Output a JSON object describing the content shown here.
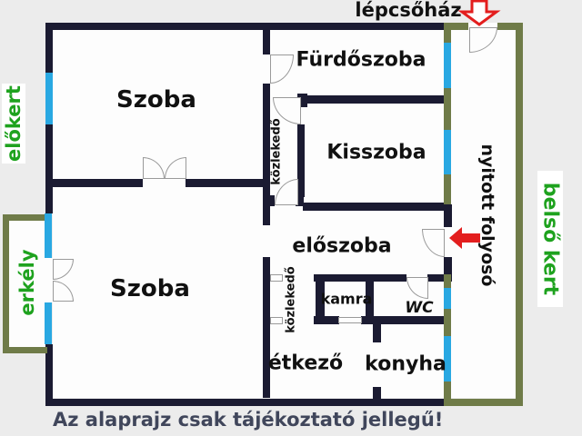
{
  "labels": {
    "lepcsohaz": "lépcsőház",
    "elokert": "előkert",
    "erkely": "erkély",
    "belso_kert": "belső kert",
    "nyitott_folyoso": "nyitott folyosó",
    "szoba_top": "Szoba",
    "szoba_bottom": "Szoba",
    "furdoszoba": "Fürdőszoba",
    "kisszoba": "Kisszoba",
    "eloszoba": "előszoba",
    "kozlekedo_upper": "közlekedő",
    "kozlekedo_lower": "közlekedő",
    "kamra": "kamra",
    "wc": "WC",
    "etkezo": "étkező",
    "konyha": "konyha"
  },
  "note": "Az alaprajz csak tájékoztató jellegű!",
  "colors": {
    "bg": "#ececec",
    "room": "#fdfdfd",
    "wall": "#1b1b32",
    "olive": "#6f7b48",
    "window": "#29a8e2",
    "green": "#1ea21e",
    "red": "#e31e1e",
    "caption": "#40465b",
    "doorline": "#9a9a9a"
  }
}
